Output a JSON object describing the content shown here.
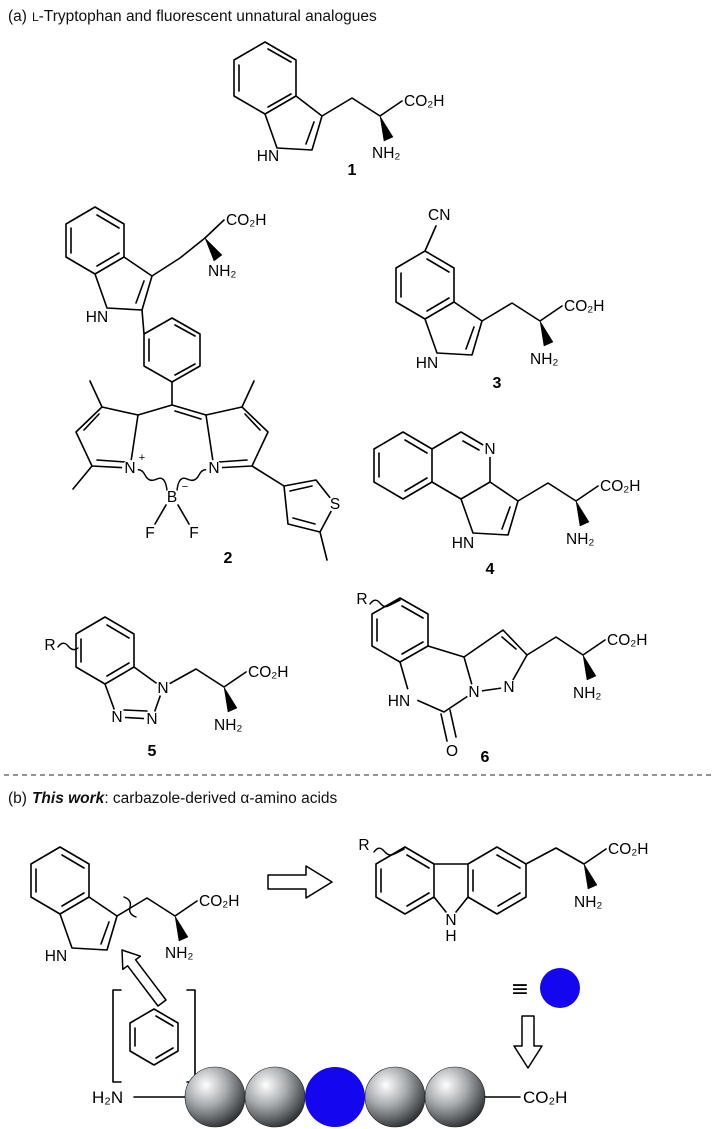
{
  "colors": {
    "blue": "#1506F0",
    "bond": "#000000"
  },
  "panel_a": {
    "prefix": "(a)",
    "small_cap": "L",
    "title_rest": "-Tryptophan and fluorescent unnatural analogues"
  },
  "panel_b": {
    "prefix": "(b)",
    "emphasis": "This work",
    "title_rest": ": carbazole-derived α-amino acids"
  },
  "labels": {
    "co2h": "CO₂H",
    "nh2": "NH₂",
    "h2n": "H₂N",
    "hn": "HN",
    "cn": "CN",
    "n": "N",
    "h": "H",
    "s": "S",
    "b": "B",
    "o": "O",
    "f": "F",
    "r": "R",
    "plus": "+",
    "minus": "−",
    "equivalent": "≡"
  },
  "compound_numbers": {
    "c1": "1",
    "c2": "2",
    "c3": "3",
    "c4": "4",
    "c5": "5",
    "c6": "6"
  }
}
